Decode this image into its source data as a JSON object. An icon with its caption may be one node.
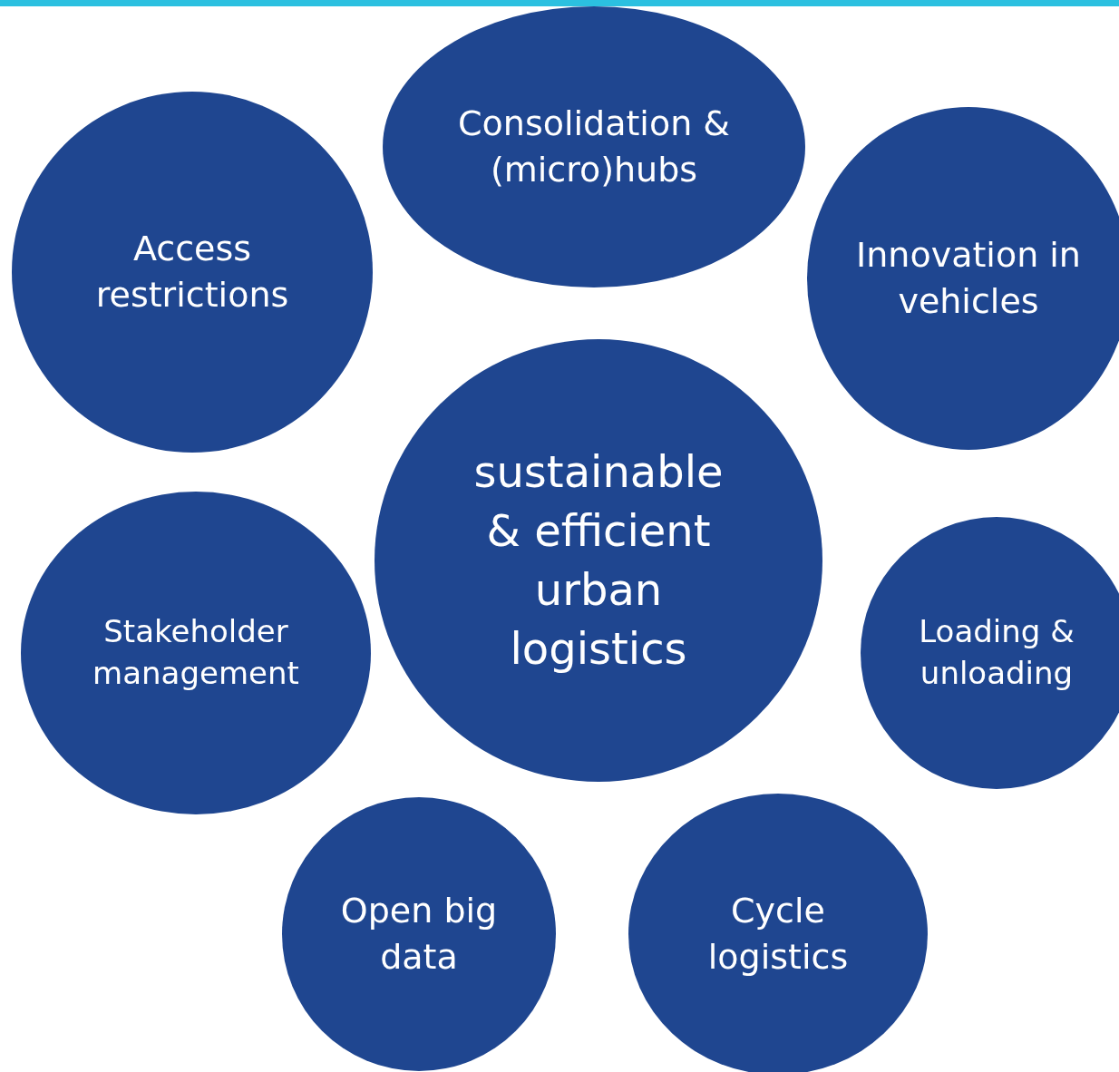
{
  "diagram": {
    "nodes": [
      {
        "text": [
          "Consolidation & (micro)hubs"
        ]
      },
      {
        "text": [
          "Access restrictions"
        ]
      },
      {
        "text": [
          "Innovation in vehicles"
        ]
      },
      {
        "text": [
          "sustainable & efficient urban logistics"
        ]
      },
      {
        "text": [
          "Stakeholder management"
        ]
      },
      {
        "text": [
          "Loading & unloading"
        ]
      },
      {
        "text": [
          "Open big data"
        ]
      },
      {
        "text": [
          "Cycle logistics"
        ]
      }
    ]
  }
}
